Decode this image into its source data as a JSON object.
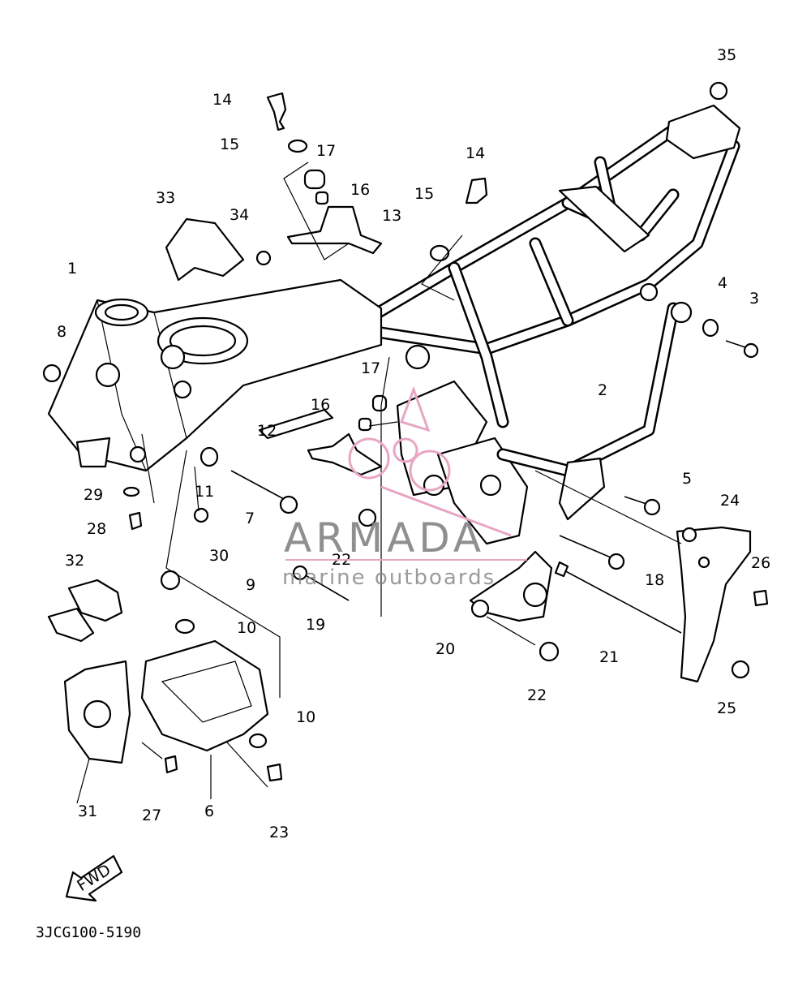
{
  "diagram_code": "3JCG100-5190",
  "fwd_label": "FWD",
  "watermark": {
    "brand": "ARMADA",
    "tagline": "marine outboards",
    "accent_color": "#e8a6c4",
    "text_color": "#7c7c7c"
  },
  "callouts": [
    "1",
    "2",
    "3",
    "4",
    "5",
    "6",
    "7",
    "8",
    "9",
    "10",
    "10",
    "11",
    "12",
    "13",
    "14",
    "14",
    "15",
    "15",
    "16",
    "16",
    "17",
    "17",
    "18",
    "19",
    "20",
    "21",
    "22",
    "22",
    "23",
    "24",
    "25",
    "26",
    "27",
    "28",
    "29",
    "30",
    "31",
    "32",
    "33",
    "34",
    "35"
  ]
}
